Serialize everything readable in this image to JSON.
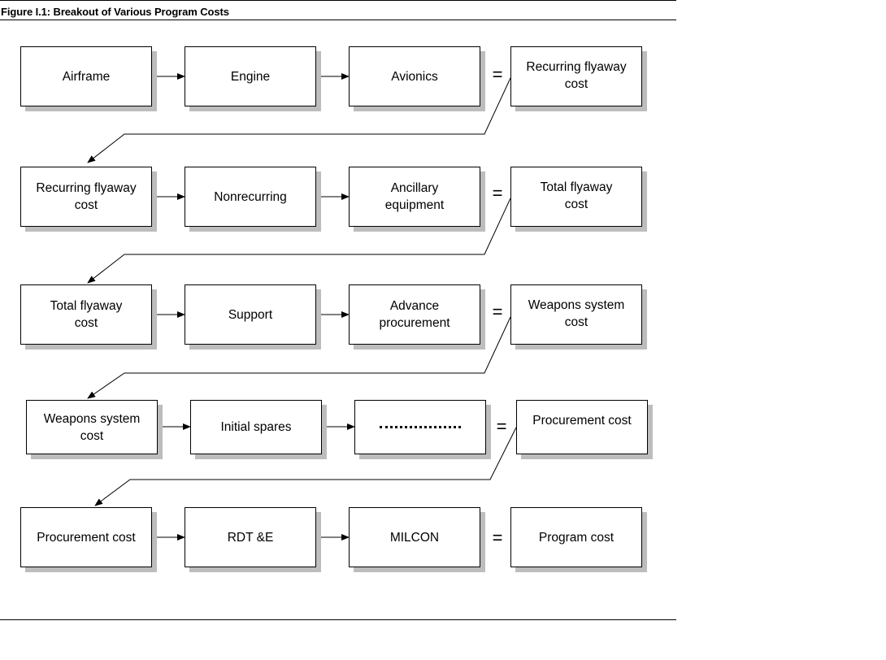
{
  "title": "Figure I.1: Breakout of Various Program Costs",
  "equals_sign": "=",
  "rows": [
    {
      "boxes": [
        "Airframe",
        "Engine",
        "Avionics",
        "Recurring flyaway\ncost"
      ]
    },
    {
      "boxes": [
        "Recurring flyaway\ncost",
        "Nonrecurring",
        "Ancillary\nequipment",
        "Total flyaway\ncost"
      ]
    },
    {
      "boxes": [
        "Total flyaway\ncost",
        "Support",
        "Advance\nprocurement",
        "Weapons system\ncost"
      ]
    },
    {
      "boxes": [
        "Weapons system\ncost",
        "Initial spares",
        "",
        "Procurement cost"
      ]
    },
    {
      "boxes": [
        "Procurement cost",
        "RDT &E",
        "MILCON",
        "Program cost"
      ]
    }
  ]
}
